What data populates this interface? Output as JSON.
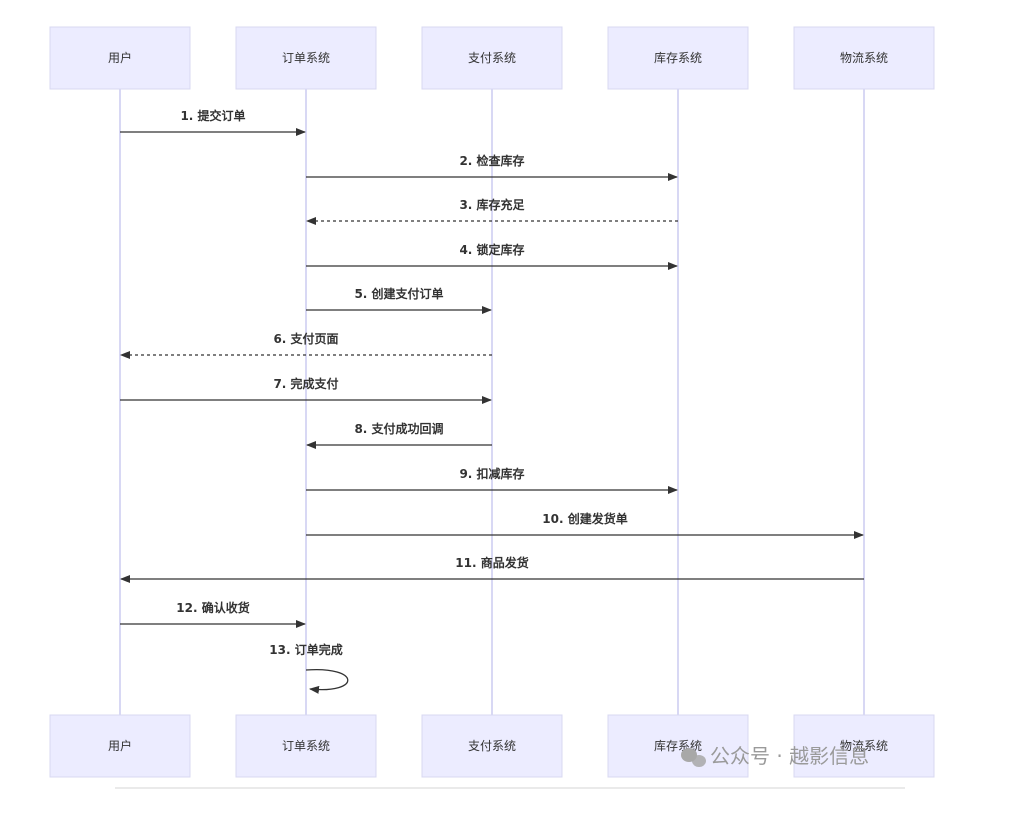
{
  "participants": [
    {
      "id": "user",
      "label": "用户"
    },
    {
      "id": "order",
      "label": "订单系统"
    },
    {
      "id": "payment",
      "label": "支付系统"
    },
    {
      "id": "inventory",
      "label": "库存系统"
    },
    {
      "id": "logistics",
      "label": "物流系统"
    }
  ],
  "messages": [
    {
      "label": "1. 提交订单",
      "from": "user",
      "to": "order",
      "style": "solid"
    },
    {
      "label": "2. 检查库存",
      "from": "order",
      "to": "inventory",
      "style": "solid"
    },
    {
      "label": "3. 库存充足",
      "from": "inventory",
      "to": "order",
      "style": "dotted"
    },
    {
      "label": "4. 锁定库存",
      "from": "order",
      "to": "inventory",
      "style": "solid"
    },
    {
      "label": "5. 创建支付订单",
      "from": "order",
      "to": "payment",
      "style": "solid"
    },
    {
      "label": "6. 支付页面",
      "from": "payment",
      "to": "user",
      "style": "dotted"
    },
    {
      "label": "7. 完成支付",
      "from": "user",
      "to": "payment",
      "style": "solid"
    },
    {
      "label": "8. 支付成功回调",
      "from": "payment",
      "to": "order",
      "style": "solid"
    },
    {
      "label": "9. 扣减库存",
      "from": "order",
      "to": "inventory",
      "style": "solid"
    },
    {
      "label": "10. 创建发货单",
      "from": "order",
      "to": "logistics",
      "style": "solid"
    },
    {
      "label": "11. 商品发货",
      "from": "logistics",
      "to": "user",
      "style": "solid"
    },
    {
      "label": "12. 确认收货",
      "from": "user",
      "to": "order",
      "style": "solid"
    },
    {
      "label": "13. 订单完成",
      "from": "order",
      "to": "order",
      "style": "self"
    }
  ],
  "watermark": {
    "text": "公众号 · 越影信息",
    "icon": "wechat-icon"
  },
  "colors": {
    "actor_fill": "#ececff",
    "actor_border": "#d8d8f2",
    "lifeline": "#ccccf0",
    "arrow": "#333333",
    "watermark": "#9a9a9a"
  }
}
